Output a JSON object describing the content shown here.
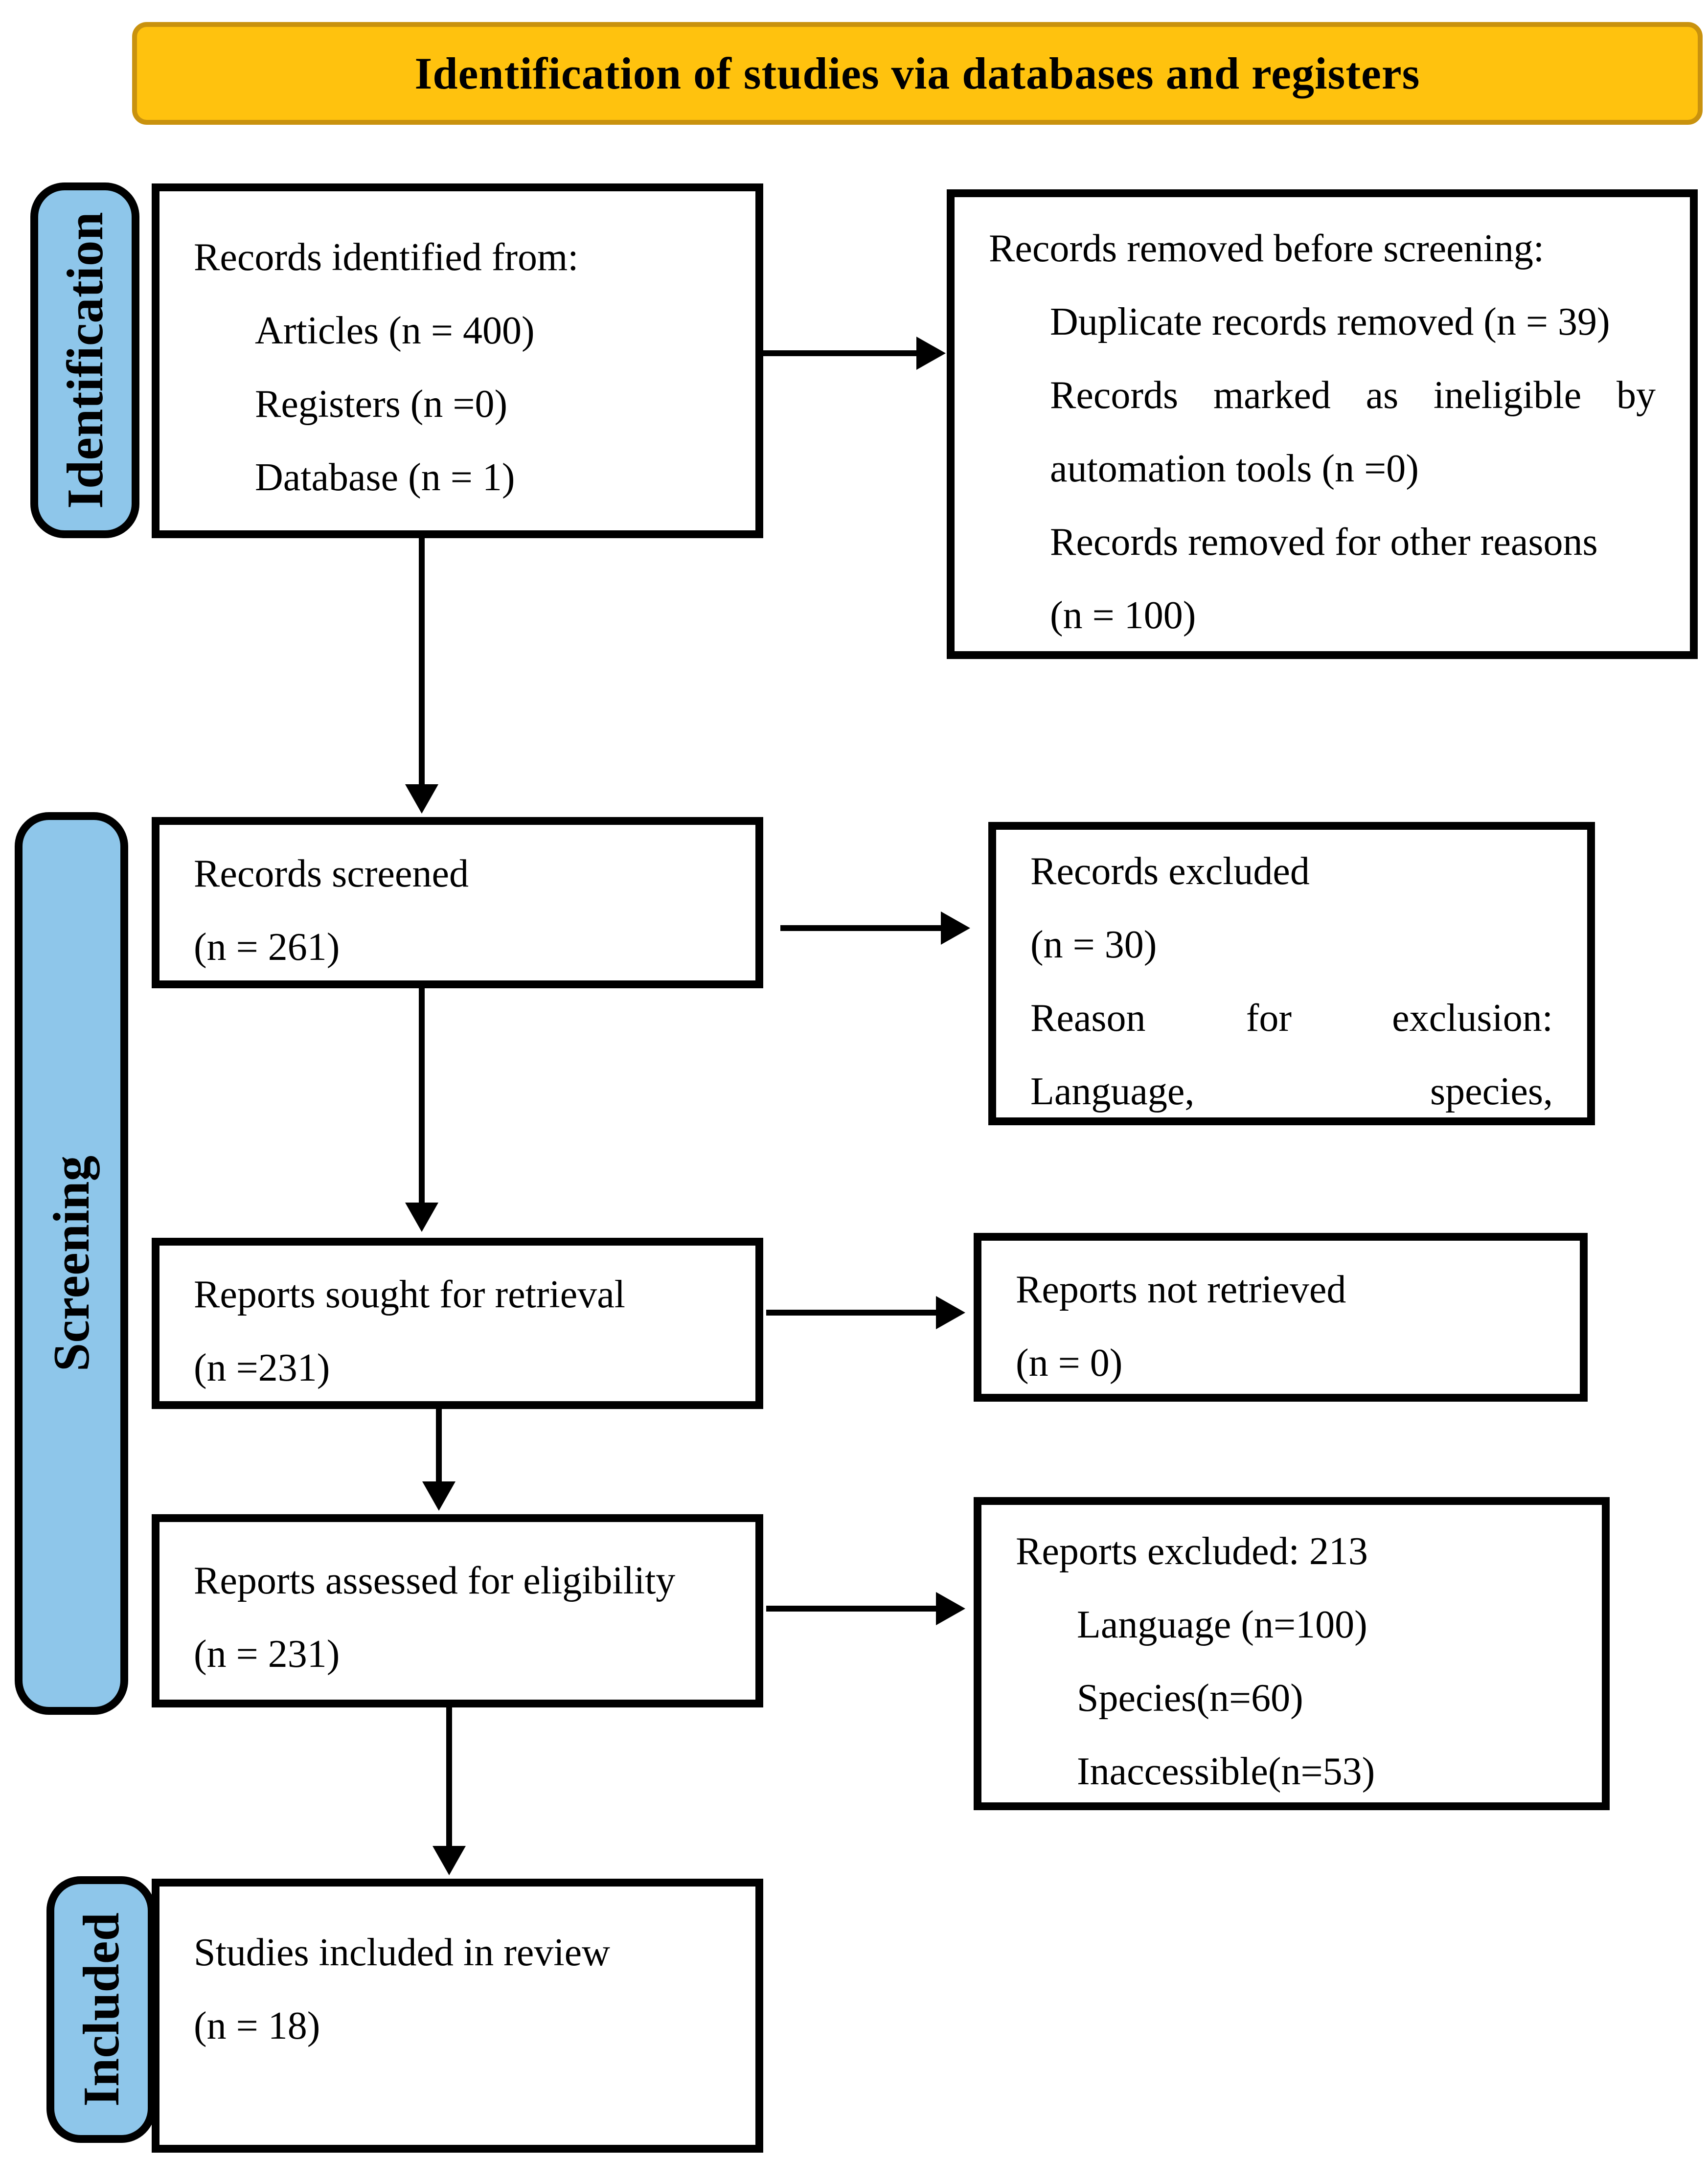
{
  "banner": {
    "title": "Identification of studies via databases and registers",
    "fill": "#FFC20E",
    "border": "#C9920E"
  },
  "rail": {
    "fill": "#8EC6EA",
    "identification": "Identification",
    "screening": "Screening",
    "included": "Included"
  },
  "boxes": {
    "identified": {
      "lines": {
        "l0": "Records identified from:",
        "l1": "Articles (n = 400)",
        "l2": "Registers (n =0)",
        "l3": "Database (n = 1)"
      }
    },
    "removed": {
      "lines": {
        "l0": "Records removed before screening:",
        "l1": "Duplicate records removed (n = 39)",
        "l2": "Records marked as ineligible by",
        "l3": "automation tools (n =0)",
        "l4": "Records removed for other reasons",
        "l5": "(n = 100)"
      }
    },
    "screened": {
      "lines": {
        "l0": "Records screened",
        "l1": "(n = 261)"
      }
    },
    "excluded": {
      "lines": {
        "l0": "Records excluded",
        "l1": "(n = 30)",
        "l2": "Reason for exclusion:",
        "l3": "Language, species,"
      }
    },
    "sought": {
      "lines": {
        "l0": "Reports sought for retrieval",
        "l1": "(n =231)"
      }
    },
    "not_retrieved": {
      "lines": {
        "l0": "Reports not retrieved",
        "l1": "(n = 0)"
      }
    },
    "assessed": {
      "lines": {
        "l0": "Reports assessed for eligibility",
        "l1": "(n = 231)"
      }
    },
    "reports_excluded": {
      "lines": {
        "l0": "Reports excluded: 213",
        "l1": "Language (n=100)",
        "l2": "Species(n=60)",
        "l3": "Inaccessible(n=53)"
      }
    },
    "included_review": {
      "lines": {
        "l0": "Studies included in review",
        "l1": "(n = 18)"
      }
    }
  }
}
